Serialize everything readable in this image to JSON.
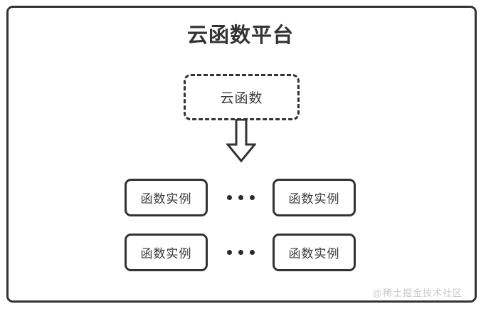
{
  "diagram": {
    "title": "云函数平台",
    "function_box": {
      "label": "云函数",
      "style": "dashed"
    },
    "arrow": {
      "icon": "arrow-down-outline",
      "direction": "down"
    },
    "instance_rows": [
      {
        "left_label": "函数实例",
        "ellipsis": "•••",
        "right_label": "函数实例"
      },
      {
        "left_label": "函数实例",
        "ellipsis": "•••",
        "right_label": "函数实例"
      }
    ],
    "watermark": "@稀土掘金技术社区",
    "colors": {
      "stroke": "#333333",
      "text": "#3a3a3a",
      "background": "#ffffff",
      "watermark": "#c9c9c9"
    }
  }
}
